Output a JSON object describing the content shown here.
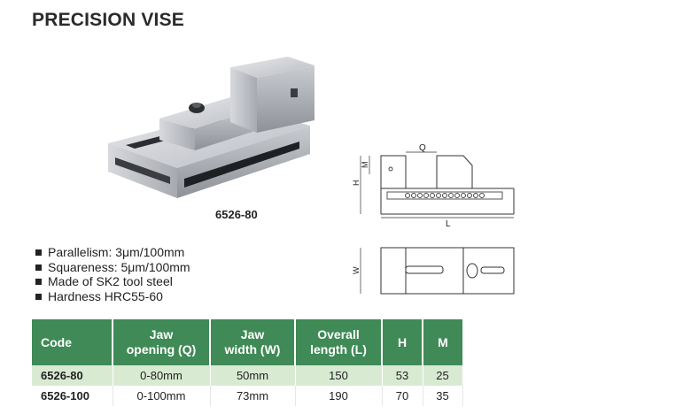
{
  "title": "PRECISION VISE",
  "photo_caption": "6526-80",
  "drawing": {
    "label_q": "Q",
    "label_m": "M",
    "label_h": "H",
    "label_l": "L",
    "label_w": "W"
  },
  "features": [
    "Parallelism: 3μm/100mm",
    "Squareness: 5μm/100mm",
    "Made of SK2 tool steel",
    "Hardness HRC55-60"
  ],
  "table": {
    "headers": {
      "code": "Code",
      "jaw_opening_1": "Jaw",
      "jaw_opening_2": "opening (Q)",
      "jaw_width_1": "Jaw",
      "jaw_width_2": "width (W)",
      "length_1": "Overall",
      "length_2": "length (L)",
      "h": "H",
      "m": "M"
    },
    "rows": [
      {
        "code": "6526-80",
        "jaw_opening": "0-80mm",
        "jaw_width": "50mm",
        "length": "150",
        "h": "53",
        "m": "25"
      },
      {
        "code": "6526-100",
        "jaw_opening": "0-100mm",
        "jaw_width": "73mm",
        "length": "190",
        "h": "70",
        "m": "35"
      }
    ]
  },
  "colors": {
    "header_green": "#3f8a56",
    "row_tint": "#d9ead3"
  }
}
